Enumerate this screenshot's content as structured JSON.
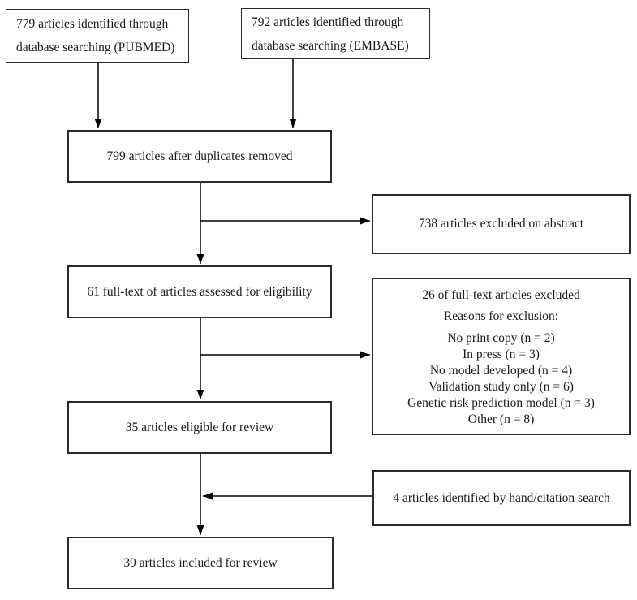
{
  "figure": {
    "background_color": "#ffffff",
    "line_color": "#000000",
    "border_color": "#2b2b2b"
  },
  "boxes": {
    "pubmed": {
      "lines": [
        "779 articles identified through",
        "database searching (PUBMED)"
      ]
    },
    "embase": {
      "lines": [
        "792 articles identified through",
        "database searching (EMBASE)"
      ]
    },
    "duplicates_removed": {
      "text": "799 articles after duplicates removed"
    },
    "excluded_abstract": {
      "text": "738 articles excluded on abstract"
    },
    "fulltext_assessed": {
      "text": "61 full-text of articles assessed for eligibility"
    },
    "fulltext_excluded": {
      "title": "26 of full-text articles excluded",
      "subtitle": "Reasons for exclusion:",
      "reasons": [
        "No print copy (n = 2)",
        "In press (n = 3)",
        "No model developed (n = 4)",
        "Validation study only (n = 6)",
        "Genetic risk prediction model (n = 3)",
        "Other (n = 8)"
      ]
    },
    "eligible_review": {
      "text": "35 articles eligible for review"
    },
    "hand_citation_search": {
      "text": "4 articles identified by hand/citation search"
    },
    "included_review": {
      "text": "39 articles included for review"
    }
  }
}
